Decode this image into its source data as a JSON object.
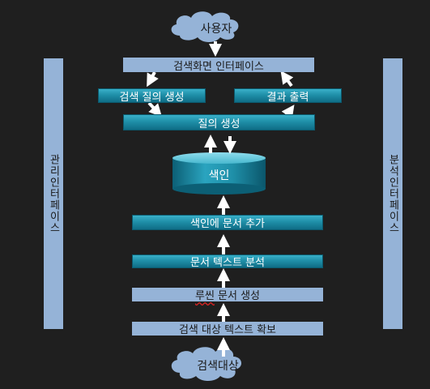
{
  "nodes": {
    "user": "사용자",
    "search_ui": "검색화면 인터페이스",
    "query_gen_left": "검색 질의 생성",
    "result_output": "결과 출력",
    "query_gen": "질의 생성",
    "index": "색인",
    "add_doc": "색인에 문서 추가",
    "text_analysis": "문서 텍스트 분석",
    "lucene_doc_prefix": "루씬",
    "lucene_doc_rest": " 문서 생성",
    "acquire_text": "검색 대상 텍스트 확보",
    "search_target": "검색대상"
  },
  "side_panels": {
    "left": "관리인터페이스",
    "right": "분석인터페이스"
  },
  "colors": {
    "background": "#1f1f1f",
    "light_box": "#95b3d7",
    "teal_box": "#1f8fa8",
    "arrow": "#ffffff"
  }
}
